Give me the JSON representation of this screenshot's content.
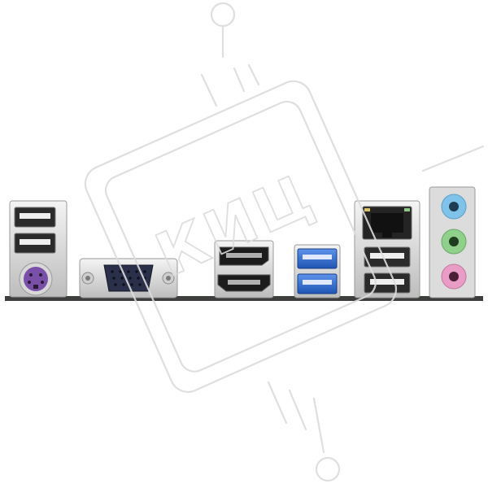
{
  "watermark": {
    "text": "КИЦ"
  },
  "colors": {
    "pcb": "#3c3f3c",
    "metal": "#e6e6e6",
    "metal_dark": "#b8b8b8",
    "usb3_blue": "#2d6fd6",
    "audio_blue": "#7fc3ea",
    "audio_green": "#8fd08a",
    "audio_pink": "#e89cc6",
    "ps2_purple": "#7a4fa8",
    "vga_blue": "#2a2f4a"
  },
  "ports": [
    {
      "name": "usb2-port",
      "count": 2
    },
    {
      "name": "ps2-port",
      "count": 1
    },
    {
      "name": "vga-port",
      "count": 1
    },
    {
      "name": "displayport-port",
      "count": 1
    },
    {
      "name": "hdmi-port",
      "count": 1
    },
    {
      "name": "usb3-port",
      "count": 2
    },
    {
      "name": "rj45-lan-port",
      "count": 1
    },
    {
      "name": "usb2-port",
      "count": 2
    },
    {
      "name": "audio-jack",
      "count": 3
    }
  ]
}
